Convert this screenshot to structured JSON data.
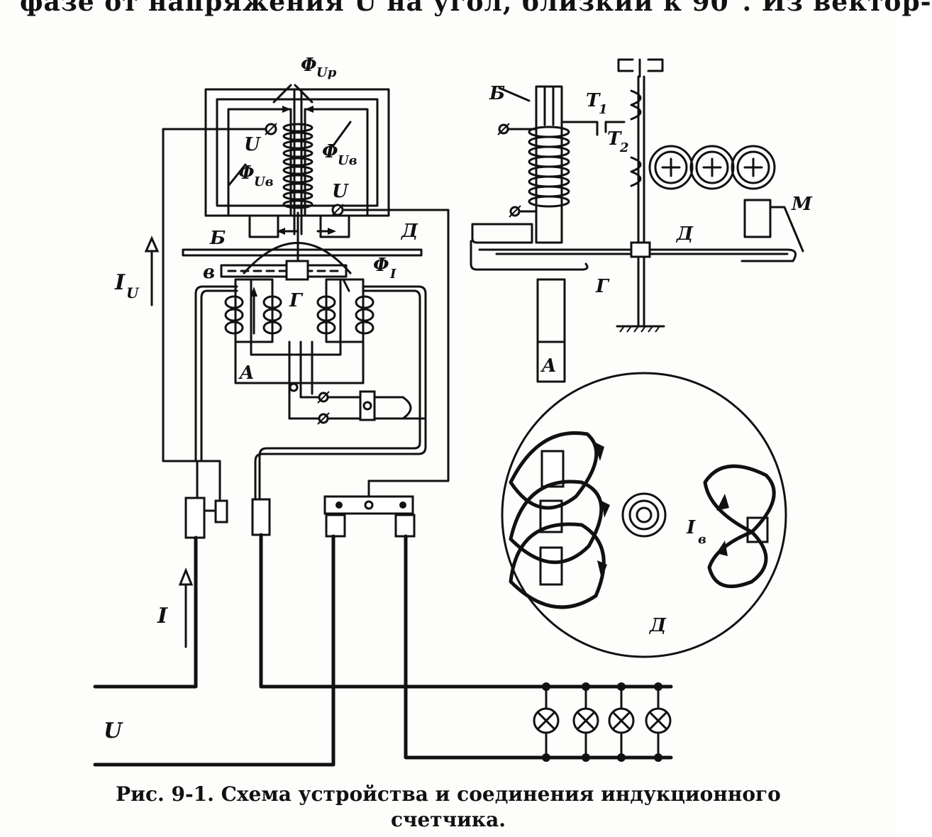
{
  "header": {
    "top_text": "фазе от напряжения U на угол, близкий к 90°. Из вектор-"
  },
  "figure": {
    "caption_line1": "Рис. 9-1. Схема устройства и соединения индукционного",
    "caption_line2": "счетчика.",
    "labels": {
      "phi_up": "Φ",
      "phi_up_sub": "Up",
      "phi_uv_right": "Φ",
      "phi_uv_right_sub": "Uв",
      "phi_uv_left": "Φ",
      "phi_uv_left_sub": "Uв",
      "u_coil": "U",
      "u_terminal": "U",
      "b_left": "Б",
      "d_left": "Д",
      "v_small": "в",
      "g_left": "Г",
      "phi_i": "Φ",
      "phi_i_sub": "I",
      "a_left": "A",
      "i_u": "I",
      "i_u_sub": "U",
      "i_main": "I",
      "u_supply": "U",
      "b_right": "Б",
      "t1": "T",
      "t1_sub": "1",
      "t2": "T",
      "t2_sub": "2",
      "m_right": "М",
      "d_right": "Д",
      "g_right": "Г",
      "a_right": "A",
      "i_v": "I",
      "i_v_sub": "в",
      "d_disc": "Д"
    }
  }
}
